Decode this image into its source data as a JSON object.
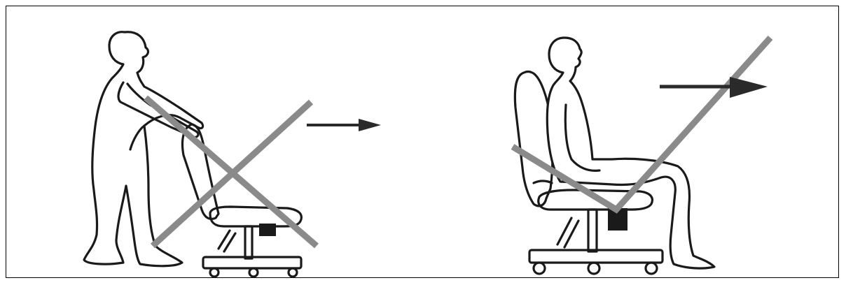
{
  "figure": {
    "panels": [
      {
        "id": "incorrect",
        "verdict": "wrong",
        "mark": "cross"
      },
      {
        "id": "correct",
        "verdict": "right",
        "mark": "check"
      }
    ],
    "colors": {
      "outline": "#1a1a1a",
      "mark": "#8a8a8a",
      "arrow": "#2a2a2a",
      "border": "#000000"
    }
  }
}
